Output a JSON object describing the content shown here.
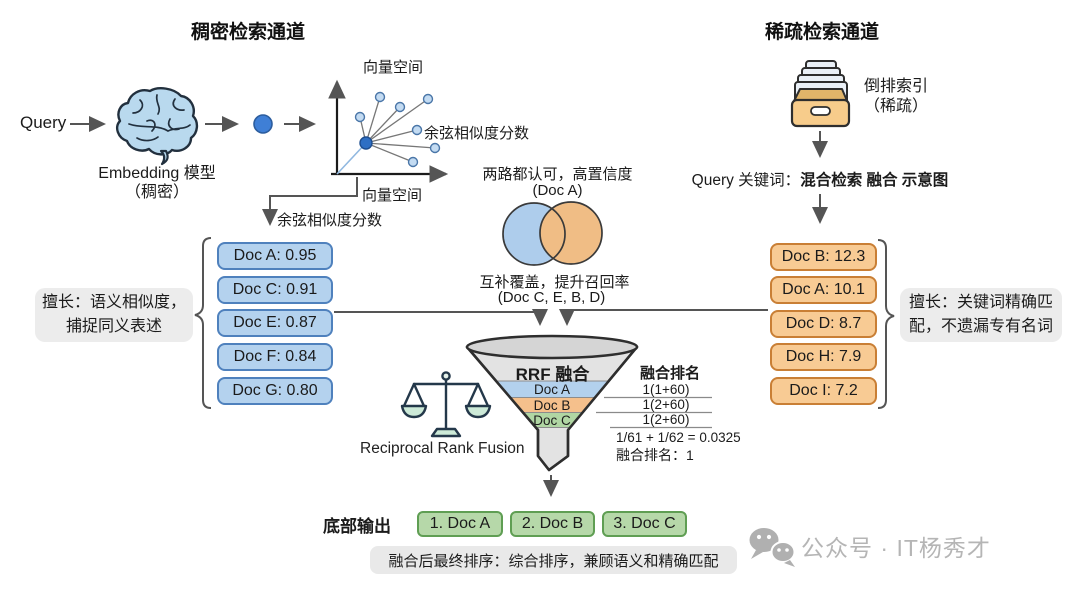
{
  "dense": {
    "title": "稠密检索通道",
    "query_label": "Query",
    "embedding_line1": "Embedding 模型",
    "embedding_line2": "（稠密）",
    "vector_space_top": "向量空间",
    "cosine_label_scatter": "余弦相似度分数",
    "vector_space_bottom": "向量空间",
    "cosine_label_elbow": "余弦相似度分数",
    "docs": [
      "Doc A: 0.95",
      "Doc C: 0.91",
      "Doc E: 0.87",
      "Doc F: 0.84",
      "Doc G: 0.80"
    ],
    "callout_line1": "擅长：语义相似度，",
    "callout_line2": "捕捉同义表述"
  },
  "sparse": {
    "title": "稀疏检索通道",
    "index_line1": "倒排索引",
    "index_line2": "（稀疏）",
    "keywords_prefix": "Query 关键词：",
    "keywords_bold": "混合检索 融合 示意图",
    "docs": [
      "Doc B: 12.3",
      "Doc A: 10.1",
      "Doc D: 8.7",
      "Doc H: 7.9",
      "Doc I: 7.2"
    ],
    "callout_line1": "擅长：关键词精确匹",
    "callout_line2": "配，不遗漏专有名词"
  },
  "venn": {
    "top_line1": "两路都认可，高置信度",
    "top_line2": "(Doc A)",
    "bottom_line1": "互补覆盖，提升召回率",
    "bottom_line2": "(Doc C, E, B, D)"
  },
  "fusion": {
    "funnel_title": "RRF 融合",
    "bands": [
      "Doc A",
      "Doc B",
      "Doc C"
    ],
    "rank_header": "融合排名",
    "formulas": [
      "1(1+60)",
      "1(2+60)",
      "1(2+60)"
    ],
    "sum_line": "1/61 + 1/62 = 0.0325",
    "rank_line": "融合排名：1",
    "scale_label": "Reciprocal Rank Fusion"
  },
  "output": {
    "label": "底部输出",
    "items": [
      "1. Doc A",
      "2. Doc B",
      "3. Doc C"
    ],
    "note": "融合后最终排序：综合排序，兼顾语义和精确匹配"
  },
  "watermark": {
    "text": "公众号 · IT杨秀才"
  },
  "icons": {
    "brain": "brain-icon",
    "drawer": "card-index-icon",
    "scale": "balance-scale-icon",
    "wechat": "wechat-icon"
  },
  "colors": {
    "box_blue": "#b4d2ee",
    "border_blue": "#4f81bd",
    "box_orange": "#f8cb94",
    "border_orange": "#c97f35",
    "box_green": "#b6d8a9",
    "border_green": "#5f9e53",
    "callout_gray": "#ececec",
    "arrow_gray": "#555555",
    "venn_blue": "#aecdec",
    "venn_orange": "#f0bd85",
    "watermark_gray": "#b5b5b5"
  }
}
